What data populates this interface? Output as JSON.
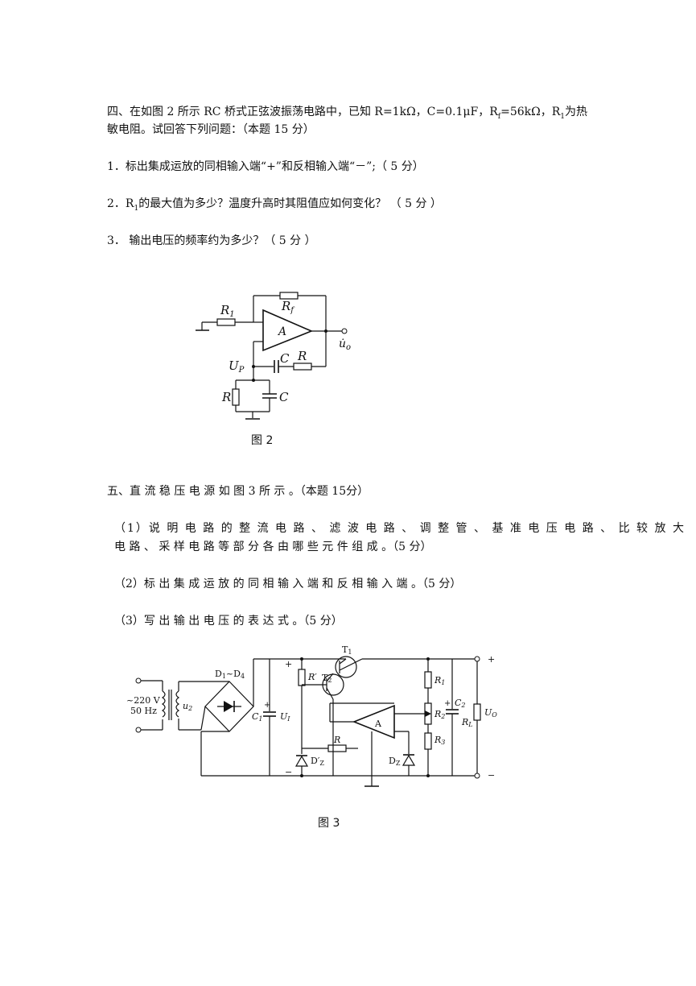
{
  "q4": {
    "line1": "四、在如图 2 所示 RC 桥式正弦波振荡电路中，已知 R=1kΩ，C=0.1μF，R",
    "line1_sub": "f",
    "line1_b": "=56kΩ，R",
    "line1_sub2": "1",
    "line1_c": "为热",
    "line2": "敏电阻。试回答下列问题：（本题 15 分）",
    "item1": "1．标出集成运放的同相输入端“+”和反相输入端“－”;（ 5 分）",
    "item2_a": "2．R",
    "item2_sub": "1",
    "item2_b": "的最大值为多少？温度升高时其阻值应如何变化？ （ 5 分 ）",
    "item3": "3． 输出电压的频率约为多少？（ 5 分 ）",
    "fig_caption": "图 2"
  },
  "q5": {
    "title": "五、直 流 稳 压 电 源 如 图 3 所 示 。（本题 15分）",
    "item1_l1": "（1）说 明 电 路 的 整 流 电 路 、 滤 波 电 路 、 调 整 管 、 基 准 电 压 电 路 、 比 较 放 大",
    "item1_l2": "电 路 、 采 样 电 路 等 部 分 各 由 哪 些 元 件 组 成 。（5 分）",
    "item2": "（2）标 出 集 成 运 放 的 同 相 输 入 端 和 反 相 输 入 端 。（5 分）",
    "item3": "（3）写 出 输 出 电 压 的 表 达 式 。（5 分）",
    "fig_caption": "图 3"
  },
  "fig2_labels": {
    "R1": "R",
    "R1_sub": "1",
    "Rf": "R",
    "Rf_sub": "f",
    "A": "A",
    "Up": "U",
    "Up_sub": "P",
    "C_series": "C",
    "R_series": "R",
    "R_shunt": "R",
    "C_shunt": "C",
    "uo": "u̇",
    "uo_sub": "o"
  },
  "fig3_labels": {
    "src_v": "~220 V",
    "src_f": "50 Hz",
    "u2": "u",
    "u2_sub": "2",
    "bridge": "D",
    "bridge_sub1": "1",
    "bridge_mid": "~D",
    "bridge_sub2": "4",
    "plus": "+",
    "minus": "−",
    "C1": "C",
    "C1_sub": "1",
    "U1": "U",
    "U1_sub": "I",
    "Rprime": "R′",
    "T1": "T",
    "T1_sub": "1",
    "T2": "T",
    "T2_sub": "2",
    "R": "R",
    "A": "A",
    "Dz_prime": "D′",
    "Dz_prime_sub": "Z",
    "Dz": "D",
    "Dz_sub": "Z",
    "R1": "R",
    "R1_sub": "1",
    "R2": "R",
    "R2_sub": "2",
    "R3": "R",
    "R3_sub": "3",
    "C2": "C",
    "C2_sub": "2",
    "RL": "R",
    "RL_sub": "L",
    "UO": "U",
    "UO_sub": "O",
    "out_plus": "+",
    "out_minus": "−"
  }
}
